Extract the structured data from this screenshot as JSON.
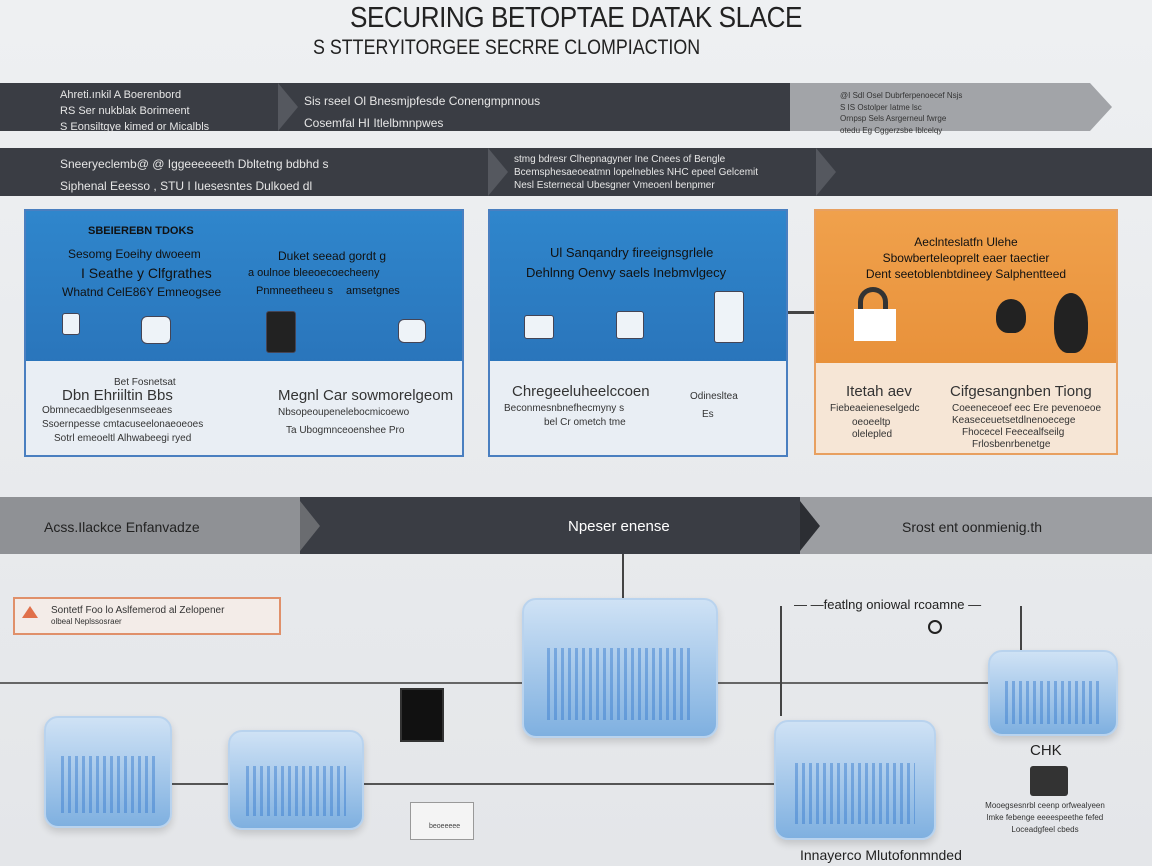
{
  "header": {
    "title": "SECURING BETOPTAE DATAK SLACE",
    "subtitle": "S STTERYITORGEE SECRRE CLOMPIACTION"
  },
  "band1": {
    "col1": [
      "Ahreti.ınkil A Boerenbord",
      "RS Ser nukblak Borimeent",
      "S Eonsiltgye kimed or Micalbls"
    ],
    "col2": [
      "Sis rseeI Ol Bnesmjpfesde Conengmpnnous",
      "Cosemfal HI Itlelbmnpwes"
    ],
    "col3": [
      "@I Sdl Osel Dubrferpenoecef Nsjs",
      "S IS Ostolper Iatme lsc",
      "Ornpsp Sels Asrgerneul fwrge",
      "otedu Eg Cggerzsbe Iblcelqy"
    ]
  },
  "band2": {
    "col1": [
      "Sneeryeclemb@ @ Iggeeeeeeth Dbltetng bdbhd s",
      "Siphenal Eeesso , STU I Iuesesntes Dulkoed dl"
    ],
    "col2": [
      "stmg bdresr Clhepnagyner Ine Cnees of Bengle",
      "Bcemsphesaeoeatmn lopelnebles NHC epeel Gelcemit",
      "Nesl Esternecal Ubesgner Vmeoenl benpmer"
    ]
  },
  "panels": [
    {
      "top_texts": [
        "SBEIEREBN TDOKS",
        "Sesomg Eoeihy dwoeem",
        "I Seathe y Clfgrathes",
        "Whatnd CelE86Y Emneogsee",
        "Duket seead gordt g",
        "a oulnoe bleeoecoecheeny",
        "Pnmneetheeu s",
        "amsetgnes"
      ],
      "bottom_texts": [
        "Bet Fosnetsat",
        "Dbn Ehriiltin Bbs",
        "Obmnecaedblgesenmseeaes",
        "Ssoernpesse cmtacuseelonaeoeoes",
        "Sotrl emeoeltl Alhwabeegi ryed",
        "Megnl Car sowmorelgeom",
        "Nbsopeoupenelebocmicoewo",
        "Ta Ubogmnceoenshee Pro"
      ]
    },
    {
      "top_texts": [
        "Ul Sanqandry fireeignsgrlele",
        "Dehlnng Oenvy saels Inebmvlgecy"
      ],
      "bottom_texts": [
        "Chregeeluheelccoen",
        "Beconmesnbnefhecmyny s",
        "bel Cr ometch tme",
        "Odinesltea",
        "Es"
      ]
    },
    {
      "top_texts": [
        "Aeclnteslatfn Ulehe",
        "Sbowberteleoprelt eaer taectier",
        "Dent seetoblenbtdineey Salphentteed"
      ],
      "bottom_texts": [
        "Itetah aev",
        "Cifgesangnben Tiong",
        "Fiebeaeieneselgedc",
        "oeoeeltp",
        "olelepled",
        "Coeeneceoef eec Ere pevenoeoe",
        "Keaseceuetsetdlnenoecege",
        "Fhocecel Feecealfseilg",
        "Frlosbenrbenetge"
      ]
    }
  ],
  "band3": {
    "left": "Acss.Ilackce Enfanvadze",
    "center": "Npeser enense",
    "right": "Srost ent oonmienig.th"
  },
  "diagram": {
    "callout": [
      "Sontetf Foo lo Aslfemerod al Zelopener",
      "olbeal Neplssosraer"
    ],
    "top_label": "— —featlng oniowal rcoamne —",
    "right_label": "CHK",
    "right_notes": [
      "Mooegsesnrbl ceenp  orfwealyeen",
      "lmke febenge  eeeespeethe fefed",
      "Loceadgfeel cbeds"
    ],
    "bottom_label": "Innayerco Mlutofonmnded",
    "device_label": "beoeeeee"
  },
  "colors": {
    "dark_band": "#3a3d44",
    "gray_band": "#8f9195",
    "panel_blue": "#2d80c6",
    "panel_orange": "#ec9a45",
    "accent_red": "#e0704a"
  }
}
